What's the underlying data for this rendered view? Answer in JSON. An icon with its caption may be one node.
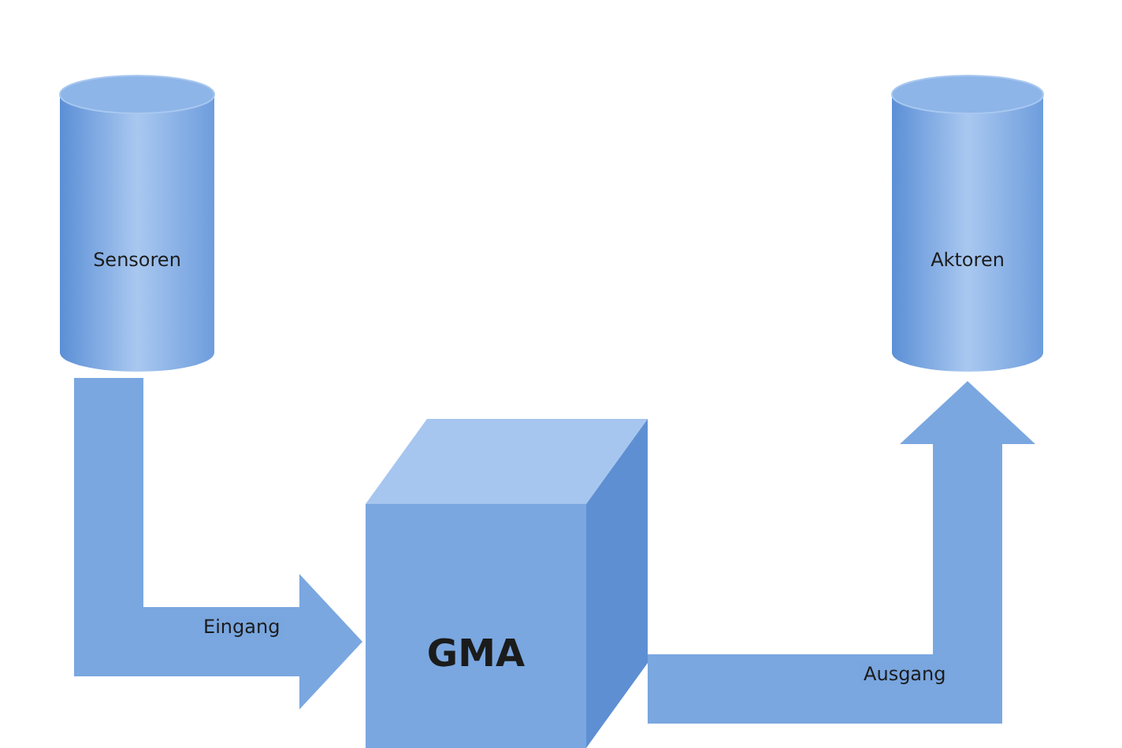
{
  "diagram": {
    "nodes": [
      {
        "text": [
          "Sensoren"
        ]
      },
      {
        "text": [
          "Aktoren"
        ]
      },
      {
        "text": [
          "GMA"
        ]
      }
    ],
    "edges": [
      {
        "from": 0,
        "to": 2,
        "arrow": "to",
        "label": "Eingang"
      },
      {
        "from": 2,
        "to": 1,
        "arrow": "to",
        "label": "Ausgang"
      }
    ]
  }
}
